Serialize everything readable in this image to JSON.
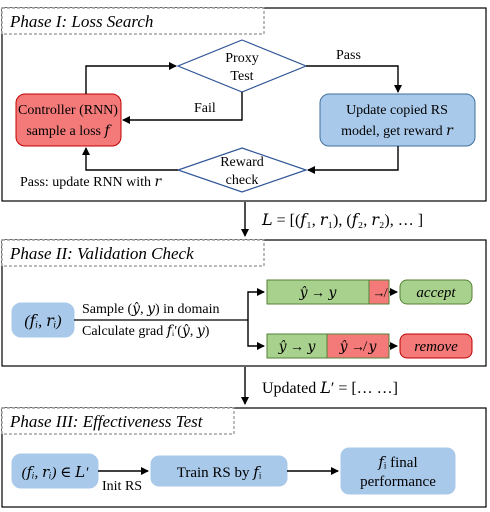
{
  "phase1": {
    "title": "Phase I: Loss Search",
    "controller": {
      "line1": "Controller (RNN)",
      "line2": "sample a loss 𝑓"
    },
    "proxy": {
      "line1": "Proxy",
      "line2": "Test"
    },
    "update": {
      "line1": "Update copied RS",
      "line2": "model, get reward 𝑟"
    },
    "reward": {
      "line1": "Reward",
      "line2": "check"
    },
    "pass_label": "Pass",
    "fail_label": "Fail",
    "pass_update_label": "Pass: update RNN with 𝑟"
  },
  "transition1": "𝐿 = [(𝑓₁, 𝑟₁), (𝑓₂, 𝑟₂), … ]",
  "phase2": {
    "title": "Phase II: Validation Check",
    "input_box": "(𝑓ᵢ, 𝑟ᵢ)",
    "sample_label": "Sample (𝑦̂, 𝑦) in domain",
    "grad_label": "Calculate grad 𝑓ᵢ′(𝑦̂, 𝑦)",
    "top_bar_green": "𝑦̂ → 𝑦",
    "top_bar_red": "↛",
    "accept": "accept",
    "bottom_bar_green": "𝑦̂ → 𝑦",
    "bottom_bar_red": "𝑦̂ ↛ 𝑦",
    "remove": "remove"
  },
  "transition2": "Updated 𝐿′ = [… …]",
  "phase3": {
    "title": "Phase III: Effectiveness Test",
    "input_box": "(𝑓ᵢ, 𝑟ᵢ) ∈ 𝐿′",
    "init_label": "Init RS",
    "train_box": "Train RS by 𝑓ᵢ",
    "final_line1": "𝑓ᵢ final",
    "final_line2": "performance"
  },
  "colors": {
    "red_fill": "#f47a7a",
    "blue_fill": "#a9c9ea",
    "blue_stroke": "#41719c",
    "green_fill": "#a9d18e",
    "green_stroke": "#538135",
    "diamond_stroke": "#2f5597"
  }
}
